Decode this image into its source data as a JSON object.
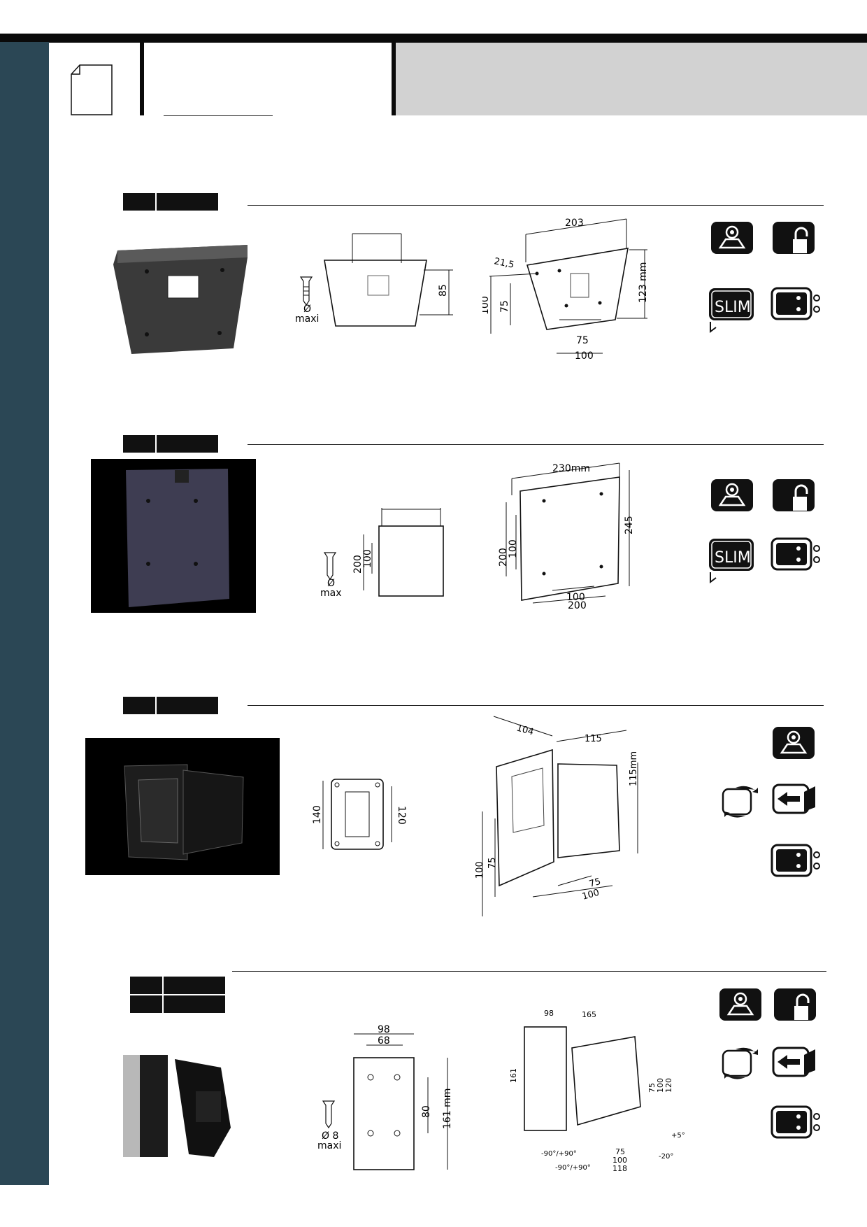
{
  "products": [
    {
      "drawing_a": {
        "dims": [
          "85"
        ],
        "screw": {
          "d": "Ø",
          "label": "maxi"
        }
      },
      "drawing_b": {
        "dims": [
          "203",
          "21,5",
          "123 mm",
          "100",
          "75",
          "75",
          "100"
        ]
      },
      "features": [
        "tilt",
        "lock",
        "slim",
        "vesa"
      ]
    },
    {
      "drawing_a": {
        "dims": [
          "200",
          "100"
        ],
        "screw": {
          "d": "Ø",
          "label": "max"
        }
      },
      "drawing_b": {
        "dims": [
          "230mm",
          "245",
          "200",
          "100",
          "100",
          "200"
        ]
      },
      "features": [
        "tilt",
        "lock",
        "slim",
        "vesa"
      ]
    },
    {
      "drawing_a": {
        "dims": [
          "140",
          "120"
        ]
      },
      "drawing_b": {
        "dims": [
          "104",
          "115",
          "115mm",
          "100",
          "75",
          "75",
          "100"
        ]
      },
      "features": [
        "tilt",
        "swivel",
        "extend",
        "vesa"
      ]
    },
    {
      "drawing_a": {
        "dims": [
          "98",
          "68",
          "80",
          "161 mm"
        ],
        "screw": {
          "d": "Ø 8",
          "label": "maxi"
        }
      },
      "drawing_b": {
        "dims": [
          "98",
          "165",
          "161",
          "75",
          "100",
          "120",
          "75",
          "100",
          "118",
          "-90°/+90°",
          "-90°/+90°",
          "+5°",
          "-20°"
        ]
      },
      "features": [
        "tilt",
        "lock",
        "swivel",
        "extend",
        "vesa"
      ]
    }
  ],
  "slim_text": "SLIM",
  "colors": {
    "sidebar": "#2b4755",
    "header_gray": "#d2d2d2",
    "ink": "#111111"
  }
}
